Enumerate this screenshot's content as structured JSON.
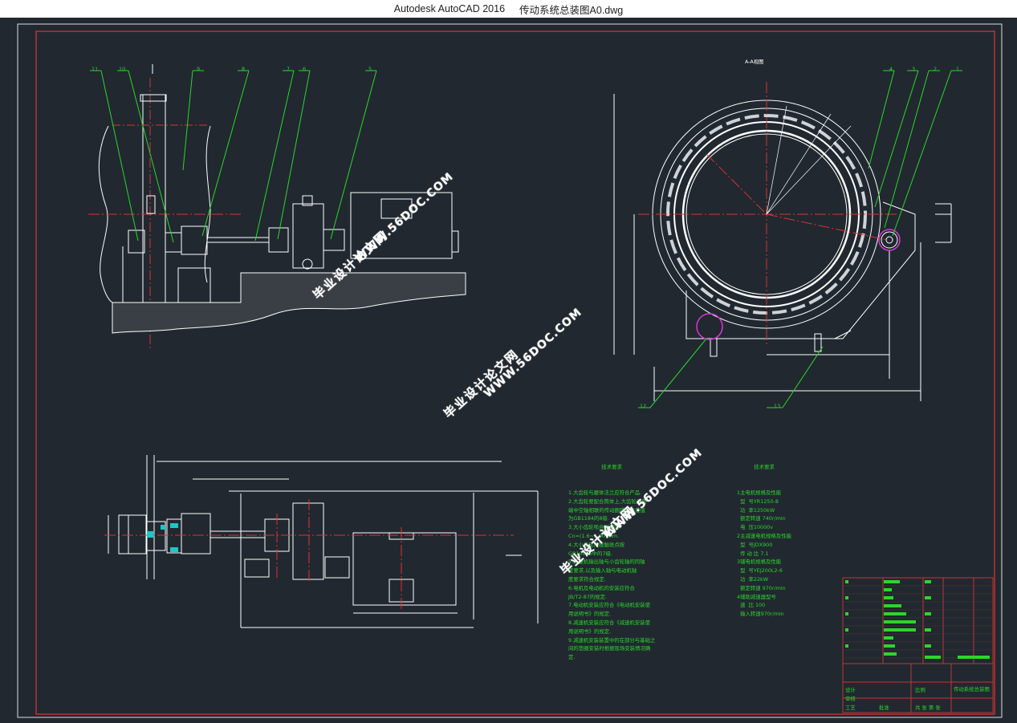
{
  "window": {
    "app_name": "Autodesk AutoCAD 2016",
    "file_name": "传动系统总装图A0.dwg"
  },
  "drawing": {
    "view_label": "A-A视图",
    "watermarks": {
      "url": "WWW.56DOC.COM",
      "cn": "毕业设计论文网"
    },
    "balloons_top_left": [
      "11",
      "10",
      "9",
      "8",
      "7",
      "6",
      "5"
    ],
    "balloons_top_right": [
      "4",
      "3",
      "2",
      "1"
    ],
    "balloons_bottom_right": [
      "12",
      "13"
    ],
    "tech_notes_1": {
      "title": "技术要求",
      "lines": [
        "1.大齿轮与磨体法兰应符合产品.",
        "2.大齿轮要配合筒体上,大齿轮开到",
        "端中空轴相联的传动圈跳动公差值",
        "为GB1184的8级.",
        "3.大小齿轮啮合侧间隙",
        "Cn=(1.6~1.90)mm.",
        "4.大小齿轮的接触斑点按",
        "GB10095中的7级.",
        "5.减速机输出轴与小齿轮轴的同轴",
        "度要求,以及输入轴与电动机轴",
        "度要求符合规定.",
        "6.电机及电动机的安装应符合",
        "JB/T2-87的规定.",
        "7.电动机安装应符合《电动机安装使",
        "用说明书》的规定.",
        "8.减速机安装应符合《减速机安装使",
        "用说明书》的规定.",
        "9.减速机安装装置中的在部分与基础之",
        "间的垫圈安装时根据现场安装情况确",
        "定."
      ]
    },
    "tech_notes_2": {
      "title": "技术要求",
      "lines": [
        "1主电机规格及性能",
        "  型  号YR1250-8",
        "  功  率1250kW",
        "  额定转速 740r/min",
        "  电  压10000v",
        "2主减速电机规格及性能",
        "  型  号JDX900",
        "  传 动 比 7.1",
        "3辅电机规格及性能",
        "  型  号YEJ200L2-6",
        "  功  率22kW",
        "  额定转速 970r/min",
        "4辅助减速器型号",
        "  速  比 100",
        "  输入转速970r/min"
      ]
    },
    "title_block": {
      "drawing_name": "传动系统总装图",
      "row_label_design": "设计",
      "row_label_check": "审核",
      "row_label_process": "工艺",
      "row_label_approve": "批准",
      "scale_label": "比例",
      "sheet_label": "共 张 第 张"
    }
  },
  "colors": {
    "canvas": "#212830",
    "frame": "#c83232",
    "line": "#ffffff",
    "leader": "#2bd62b",
    "center": "#e03030",
    "highlight_magenta": "#d23ad2",
    "highlight_cyan": "#19c8c8"
  }
}
